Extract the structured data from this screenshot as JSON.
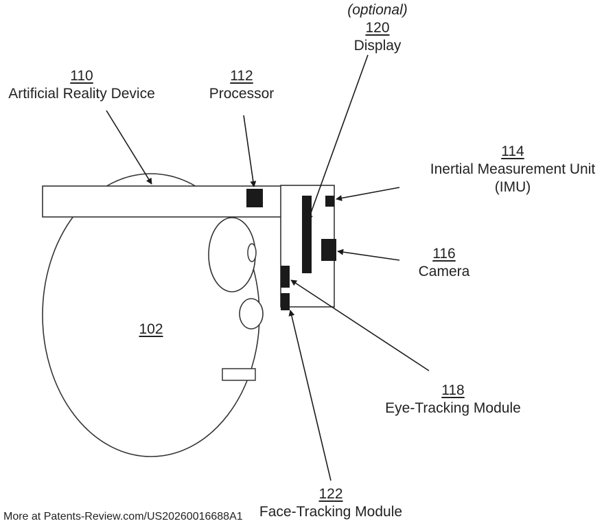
{
  "labels": {
    "head": {
      "number": "102"
    },
    "device": {
      "number": "110",
      "name": "Artificial Reality Device"
    },
    "processor": {
      "number": "112",
      "name": "Processor"
    },
    "imu": {
      "number": "114",
      "line1": "Inertial Measurement Unit",
      "line2": "(IMU)"
    },
    "camera": {
      "number": "116",
      "name": "Camera"
    },
    "eye_tracking": {
      "number": "118",
      "name": "Eye-Tracking Module"
    },
    "display": {
      "qualifier": "(optional)",
      "number": "120",
      "name": "Display"
    },
    "face_tracking": {
      "number": "122",
      "name": "Face-Tracking Module"
    }
  },
  "footer": {
    "text": "More at Patents-Review.com/US20260016688A1"
  },
  "colors": {
    "stroke": "#333333",
    "fill_dark": "#1a1a1a",
    "text": "#222222"
  }
}
